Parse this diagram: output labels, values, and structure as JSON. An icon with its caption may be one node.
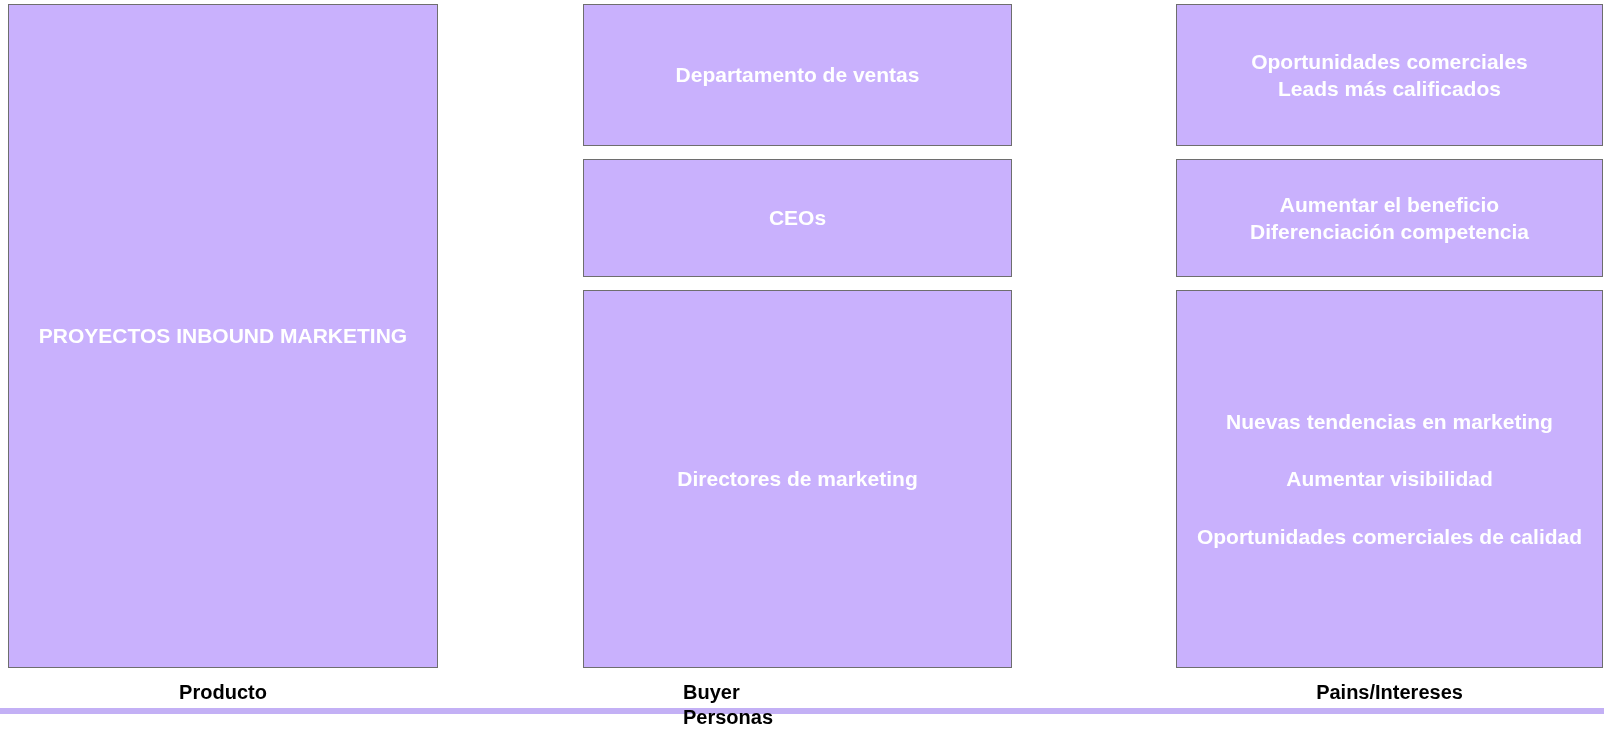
{
  "diagram": {
    "nodes": [
      {
        "text": [
          "PROYECTOS INBOUND MARKETING"
        ]
      },
      {
        "text": [
          "Departamento de ventas"
        ]
      },
      {
        "text": [
          "CEOs"
        ]
      },
      {
        "text": [
          "Directores de marketing"
        ]
      },
      {
        "text": [
          "Oportunidades comerciales",
          "Leads más calificados"
        ]
      },
      {
        "text": [
          "Aumentar el beneficio",
          "Diferenciación competencia"
        ]
      },
      {
        "text": [
          "Nuevas tendencias en marketing",
          "Aumentar visibilidad",
          "Oportunidades comerciales de calidad"
        ]
      }
    ],
    "labels": [
      "Producto",
      "Buyer Personas",
      "Pains/Intereses"
    ]
  }
}
